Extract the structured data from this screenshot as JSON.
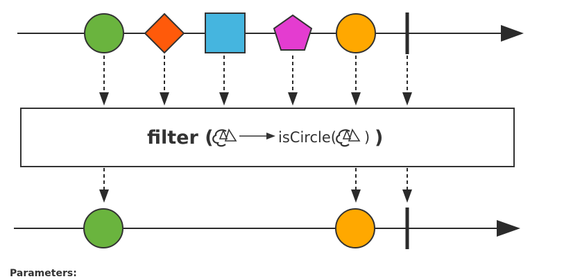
{
  "operator": {
    "name": "filter (",
    "predicate": "isCircle(",
    "close_inner": ")",
    "close_outer": ")"
  },
  "input_stream": {
    "items": [
      {
        "shape": "circle",
        "color": "#6ab43e"
      },
      {
        "shape": "diamond",
        "color": "#ff5a0a"
      },
      {
        "shape": "square",
        "color": "#45b5df"
      },
      {
        "shape": "pentagon",
        "color": "#e43cd0"
      },
      {
        "shape": "circle",
        "color": "#ffa800"
      }
    ],
    "completes": true
  },
  "output_stream": {
    "items": [
      {
        "shape": "circle",
        "color": "#6ab43e"
      },
      {
        "shape": "circle",
        "color": "#ffa800"
      }
    ],
    "completes": true
  },
  "colors": {
    "line": "#2b2b2b",
    "stroke": "#333333"
  },
  "footer": {
    "parameters_label": "Parameters:"
  }
}
